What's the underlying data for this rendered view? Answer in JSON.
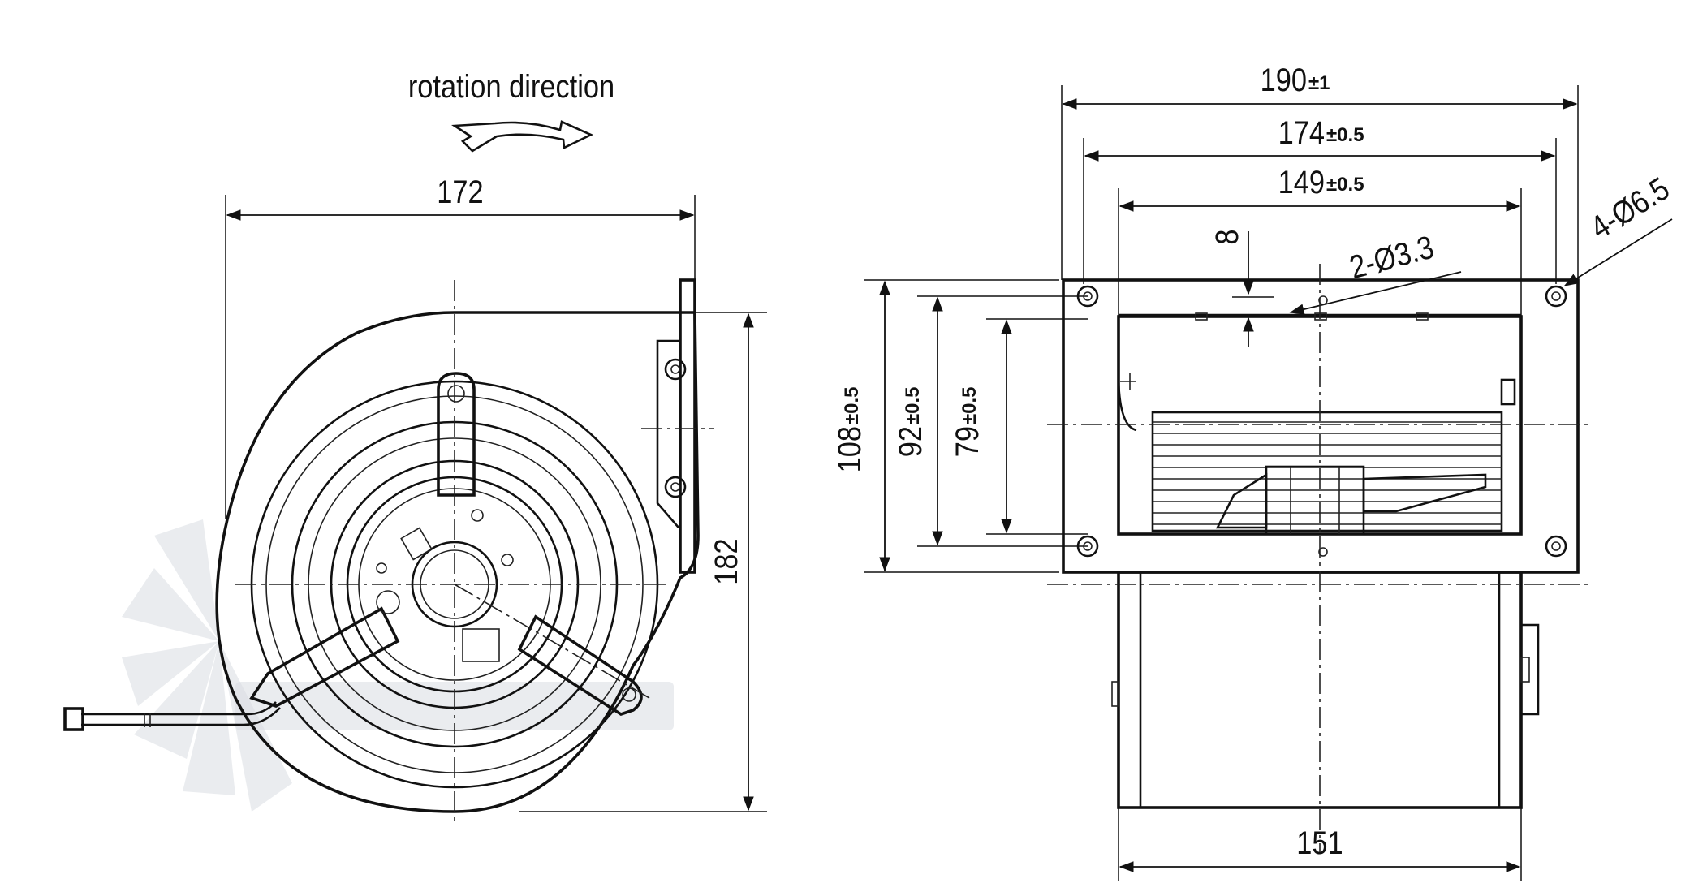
{
  "front_view": {
    "rotation_label": "rotation direction",
    "width_dim": "172",
    "height_dim": "182"
  },
  "side_view": {
    "width_190": {
      "value": "190",
      "tol": "±1"
    },
    "width_174": {
      "value": "174",
      "tol": "±0.5"
    },
    "width_149": {
      "value": "149",
      "tol": "±0.5"
    },
    "height_108": {
      "value": "108",
      "tol": "±0.5"
    },
    "height_92": {
      "value": "92",
      "tol": "±0.5"
    },
    "height_79": {
      "value": "79",
      "tol": "±0.5"
    },
    "dim_8": "8",
    "hole_2x": "2-Ø3.3",
    "hole_4x": "4-Ø6.5",
    "bottom_width": "151"
  },
  "colors": {
    "line": "#111111",
    "watermark": "#d9dde2"
  }
}
